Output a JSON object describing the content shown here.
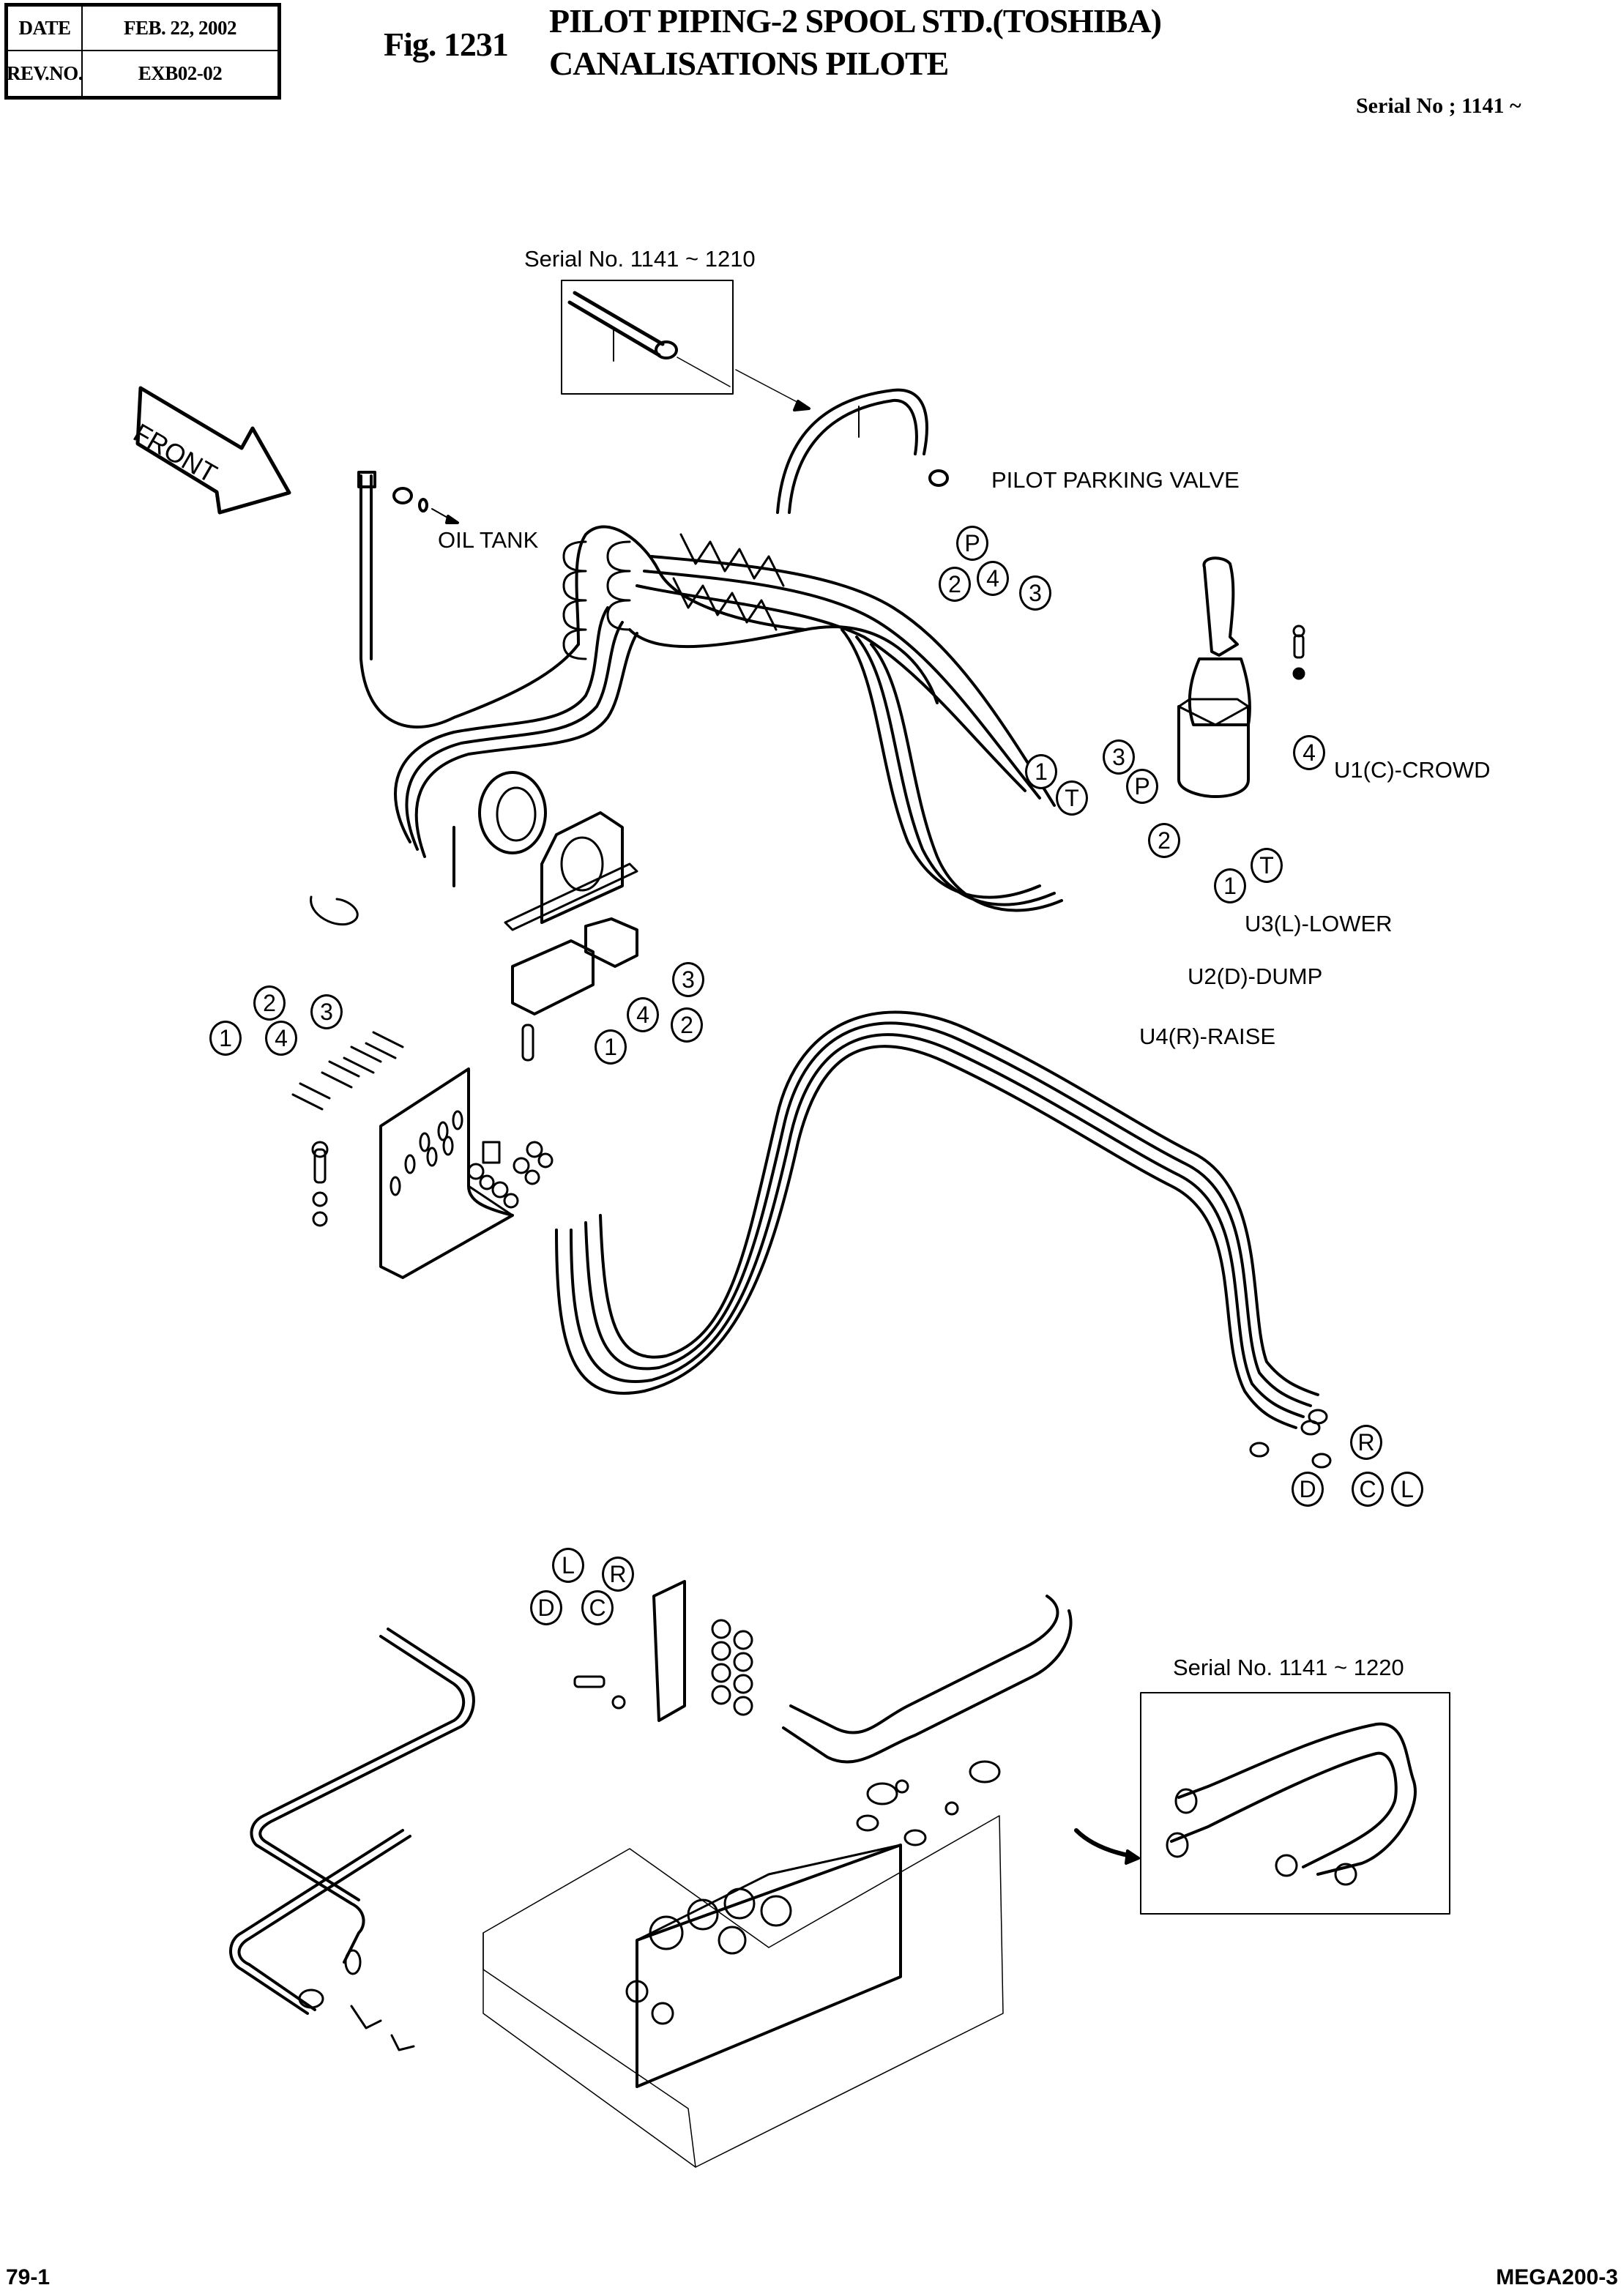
{
  "header": {
    "date_label": "DATE",
    "date_value": "FEB. 22, 2002",
    "rev_label": "REV.NO.",
    "rev_value": "EXB02-02",
    "figure_number": "Fig. 1231",
    "title_en": "PILOT PIPING-2 SPOOL STD.(TOSHIBA)",
    "title_fr": "CANALISATIONS PILOTE",
    "serial_range": "Serial No ; 1141 ~"
  },
  "labels": {
    "front_arrow": "FRONT",
    "oil_tank": "OIL TANK",
    "pilot_parking_valve": "PILOT PARKING VALVE",
    "inset_top_serial": "Serial No. 1141 ~ 1210",
    "inset_bottom_serial": "Serial No. 1141 ~ 1220",
    "u1": "U1(C)-CROWD",
    "u2": "U2(D)-DUMP",
    "u3": "U3(L)-LOWER",
    "u4": "U4(R)-RAISE"
  },
  "callouts": {
    "parking_valve": [
      "P",
      "2",
      "4",
      "3",
      "1",
      "T"
    ],
    "joystick": [
      "3",
      "P",
      "4",
      "2",
      "1",
      "T"
    ],
    "manifold": [
      "3",
      "4",
      "2",
      "1"
    ],
    "bracket_fittings": [
      "2",
      "3",
      "1",
      "4"
    ],
    "hose_ends": [
      "R",
      "D",
      "C",
      "L"
    ],
    "valve_bracket": [
      "L",
      "R",
      "D",
      "C"
    ]
  },
  "footer": {
    "page": "79-1",
    "model": "MEGA200-3"
  }
}
